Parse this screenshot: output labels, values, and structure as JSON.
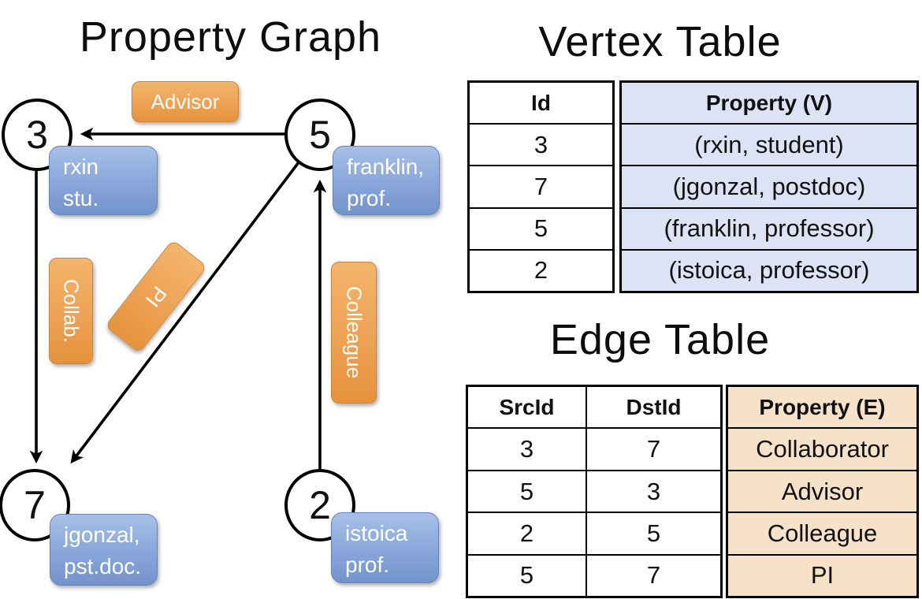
{
  "graph": {
    "title": "Property Graph",
    "nodes": [
      {
        "label": "3"
      },
      {
        "label": "5"
      },
      {
        "label": "7"
      },
      {
        "label": "2"
      }
    ],
    "edge_labels": [
      {
        "label": "Advisor"
      },
      {
        "label": "Collab."
      },
      {
        "label": "PI"
      },
      {
        "label": "Colleague"
      }
    ],
    "vertex_labels": [
      {
        "line1": "rxin",
        "line2": "stu."
      },
      {
        "line1": "franklin,",
        "line2": "prof."
      },
      {
        "line1": "jgonzal,",
        "line2": "pst.doc."
      },
      {
        "line1": "istoica",
        "line2": "prof."
      }
    ]
  },
  "vertex_table": {
    "title": "Vertex Table",
    "columns": [
      "Id",
      "Property (V)"
    ],
    "rows": [
      {
        "id": "3",
        "property": "(rxin, student)"
      },
      {
        "id": "7",
        "property": "(jgonzal, postdoc)"
      },
      {
        "id": "5",
        "property": "(franklin, professor)"
      },
      {
        "id": "2",
        "property": "(istoica, professor)"
      }
    ]
  },
  "edge_table": {
    "title": "Edge Table",
    "columns": [
      "SrcId",
      "DstId",
      "Property (E)"
    ],
    "rows": [
      {
        "src": "3",
        "dst": "7",
        "property": "Collaborator"
      },
      {
        "src": "5",
        "dst": "3",
        "property": "Advisor"
      },
      {
        "src": "2",
        "dst": "5",
        "property": "Colleague"
      },
      {
        "src": "5",
        "dst": "7",
        "property": "PI"
      }
    ]
  },
  "colors": {
    "edge_label_orange": "#eda254",
    "vertex_label_blue": "#8aa8da",
    "vertex_property_fill": "#dbe3f4",
    "edge_property_fill": "#f6e2c8",
    "line_black": "#000000"
  }
}
